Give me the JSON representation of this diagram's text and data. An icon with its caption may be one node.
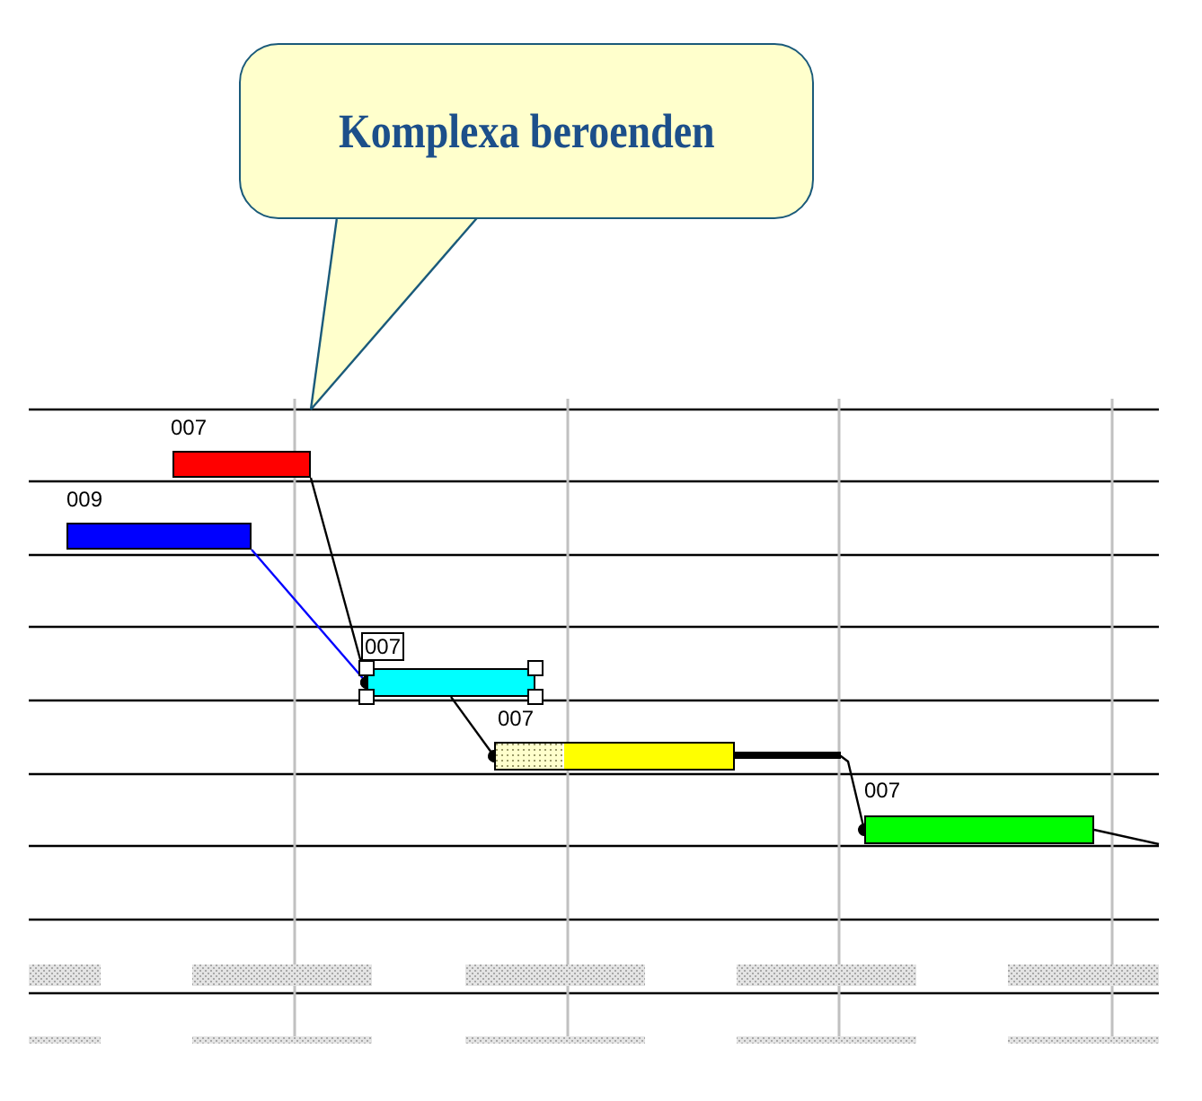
{
  "diagram": {
    "nodes": [
      {
        "text": [
          "Komplexa beroenden"
        ]
      },
      {
        "text": [],
        "shape": "bar",
        "beside": [
          "007"
        ]
      },
      {
        "text": [],
        "shape": "bar",
        "beside": [
          "009"
        ]
      },
      {
        "text": [],
        "shape": "bar",
        "beside": [
          "007"
        ]
      },
      {
        "text": [],
        "shape": "bar",
        "beside": [
          "007"
        ]
      },
      {
        "text": [],
        "shape": "bar",
        "beside": [
          "007"
        ]
      }
    ],
    "edges": [
      {
        "from": 0,
        "to": null,
        "arrow": "none",
        "color": "#1a5a7a"
      },
      {
        "from": 1,
        "to": 3,
        "arrow": "other"
      },
      {
        "from": 2,
        "to": 3,
        "arrow": "other",
        "color": "#0000ff"
      },
      {
        "from": 3,
        "to": 4,
        "arrow": "other"
      },
      {
        "from": 4,
        "to": 5,
        "arrow": "other"
      },
      {
        "from": 5,
        "to": null,
        "arrow": "none"
      }
    ]
  }
}
